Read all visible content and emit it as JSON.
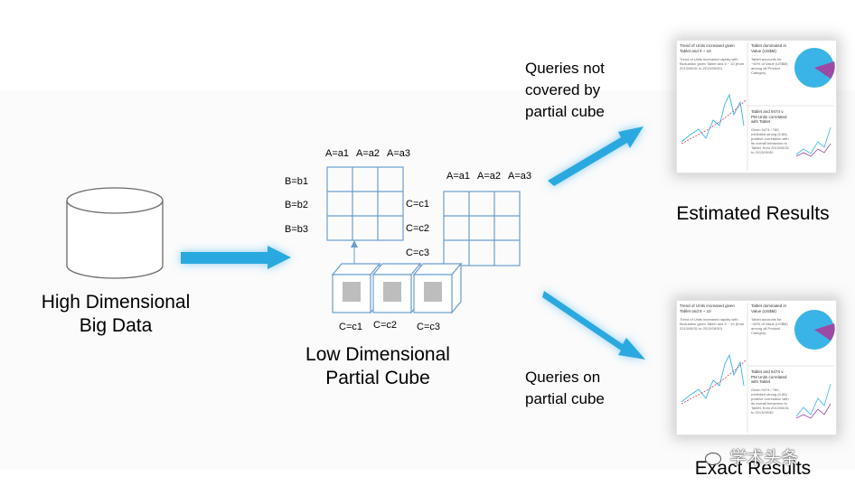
{
  "left_label": {
    "line1": "High Dimensional",
    "line2": "Big Data"
  },
  "cube": {
    "title_line1": "Low Dimensional",
    "title_line2": "Partial Cube",
    "grid1_cols": [
      "A=a1",
      "A=a2",
      "A=a3"
    ],
    "grid1_rows": [
      "B=b1",
      "B=b2",
      "B=b3"
    ],
    "c_labels_side": [
      "C=c1",
      "C=c2",
      "C=c3"
    ],
    "grid2_cols": [
      "A=a1",
      "A=a2",
      "A=a3"
    ],
    "c_labels_bottom": [
      "C=c1",
      "C=c2",
      "C=c3"
    ]
  },
  "queries_not_covered": {
    "line1": "Queries not",
    "line2": "covered by",
    "line3": "partial cube"
  },
  "queries_on": {
    "line1": "Queries on",
    "line2": "partial cube"
  },
  "estimated_label": "Estimated Results",
  "exact_label": "Exact Results",
  "watermark": "学术头条",
  "thumbnail": {
    "left_title": "Trend of Units increased given Tablet and 9 ~ 10",
    "left_body": "Trend of Units increased rapidly with fluctuation given Tablet and 9 ~ 10 (from 2013/08/31 to 2013/09/30)",
    "top_right_title": "Tablet dominated in Value (US$M)",
    "top_right_body": "Tablet accounts for ~60% of Value (US$M) among all Product Category",
    "bottom_right_title": "Tablet and 9474 v. PM Units correlated with Tablet",
    "bottom_right_body": "Given 9474 / 760, exhibited strong (0.86) positive correlation with its overall behaviors to Tablet, from 2013/08/31 to 2013/09/30"
  },
  "colors": {
    "arrow": "#29a9e0",
    "grid": "#6a9ecf",
    "pie_blue": "#3ab4e6",
    "pie_purple": "#9c4aa4"
  }
}
